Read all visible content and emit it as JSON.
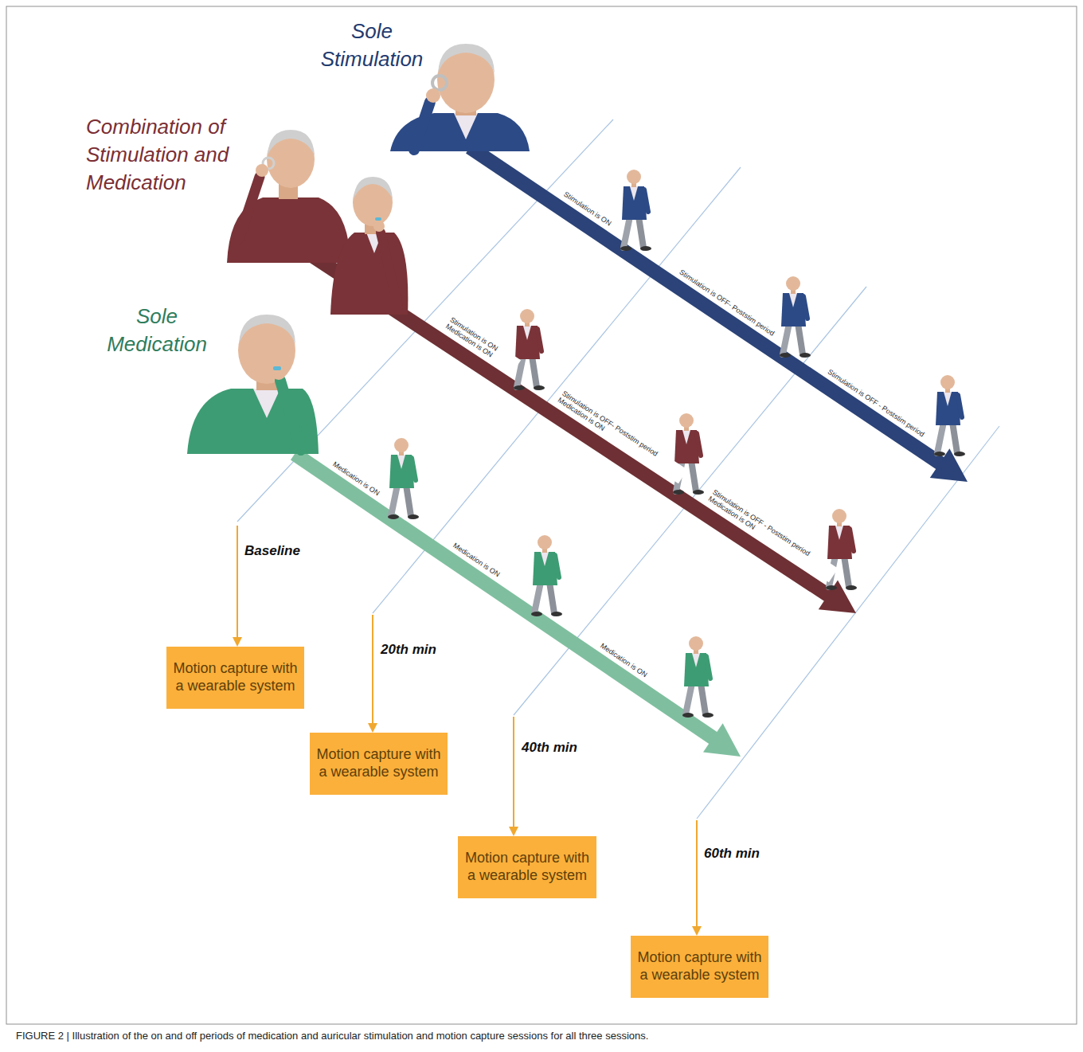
{
  "diagram": {
    "caption": "FIGURE 2 | Illustration of the on and off periods of medication and auricular stimulation and motion capture sessions for all three sessions.",
    "nodes": [
      {
        "text": [
          "Motion capture with a wearable system"
        ]
      },
      {
        "text": [
          "Motion capture with a wearable system"
        ]
      },
      {
        "text": [
          "Motion capture with a wearable system"
        ]
      },
      {
        "text": [
          "Motion capture with a wearable system"
        ]
      }
    ],
    "labels": [
      "Sole Stimulation",
      "Combination of Stimulation and Medication",
      "Sole Medication",
      "Stimulation is ON",
      "Stimulation is OFF- Poststim period",
      "Stimulation is OFF - Poststim period",
      "Stimulation is ON Medication is ON",
      "Stimulation is OFF- Poststim period Medication is ON",
      "Stimulation is OFF - Poststim period Medication is ON",
      "Medication is ON",
      "Medication is ON",
      "Medication is ON",
      "Baseline",
      "20th min",
      "40th min",
      "60th min"
    ]
  }
}
